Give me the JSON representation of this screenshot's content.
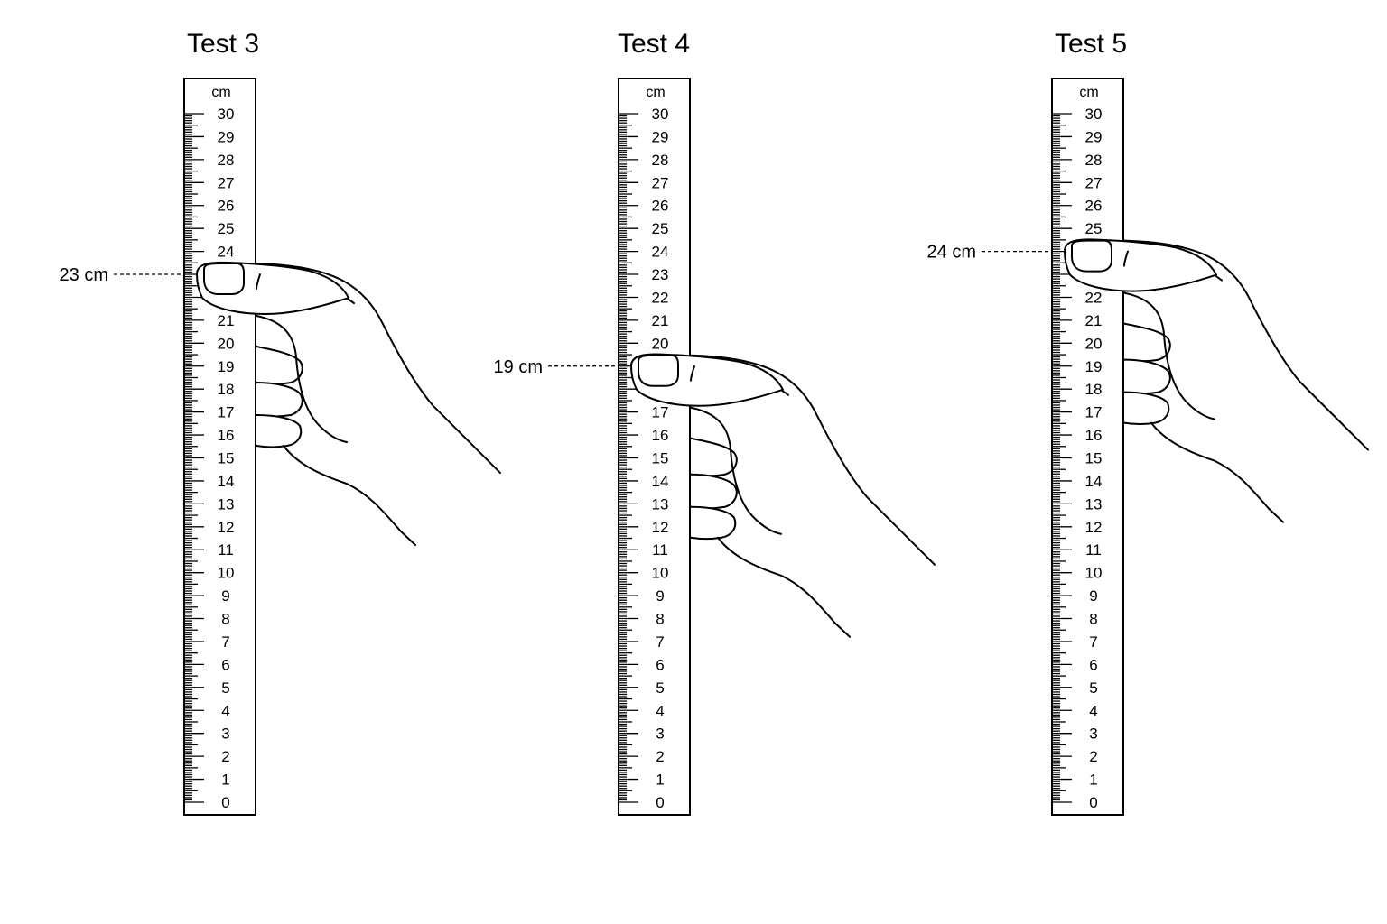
{
  "unit_label": "cm",
  "scale": {
    "min": 0,
    "max": 30
  },
  "tests": [
    {
      "title": "Test 3",
      "reading_value": 23,
      "reading_label": "23 cm",
      "callout_side": "left"
    },
    {
      "title": "Test 4",
      "reading_value": 19,
      "reading_label": "19 cm",
      "callout_side": "left"
    },
    {
      "title": "Test 5",
      "reading_value": 24,
      "reading_label": "24 cm",
      "callout_side": "left"
    }
  ]
}
